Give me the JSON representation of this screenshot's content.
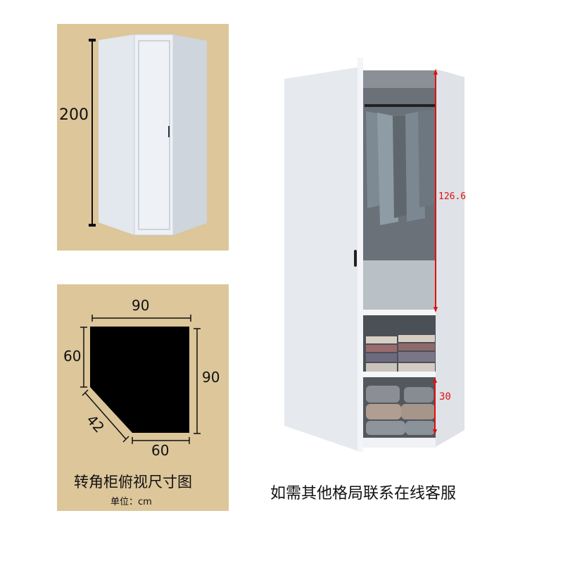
{
  "front_view": {
    "height_label": "200"
  },
  "top_view": {
    "dims": {
      "top_width": "90",
      "left_depth": "60",
      "right_depth": "90",
      "diagonal": "42",
      "bottom_width": "60"
    },
    "title": "转角柜俯视尺寸图",
    "unit": "单位：cm"
  },
  "interior_view": {
    "hanging_height": "126.6",
    "bottom_shelf_height": "30"
  },
  "footer_note": "如需其他格局联系在线客服",
  "colors": {
    "panel_bg": "#dcc69a",
    "dimension_red": "#e01010",
    "cabinet_white": "#eef1f5"
  }
}
